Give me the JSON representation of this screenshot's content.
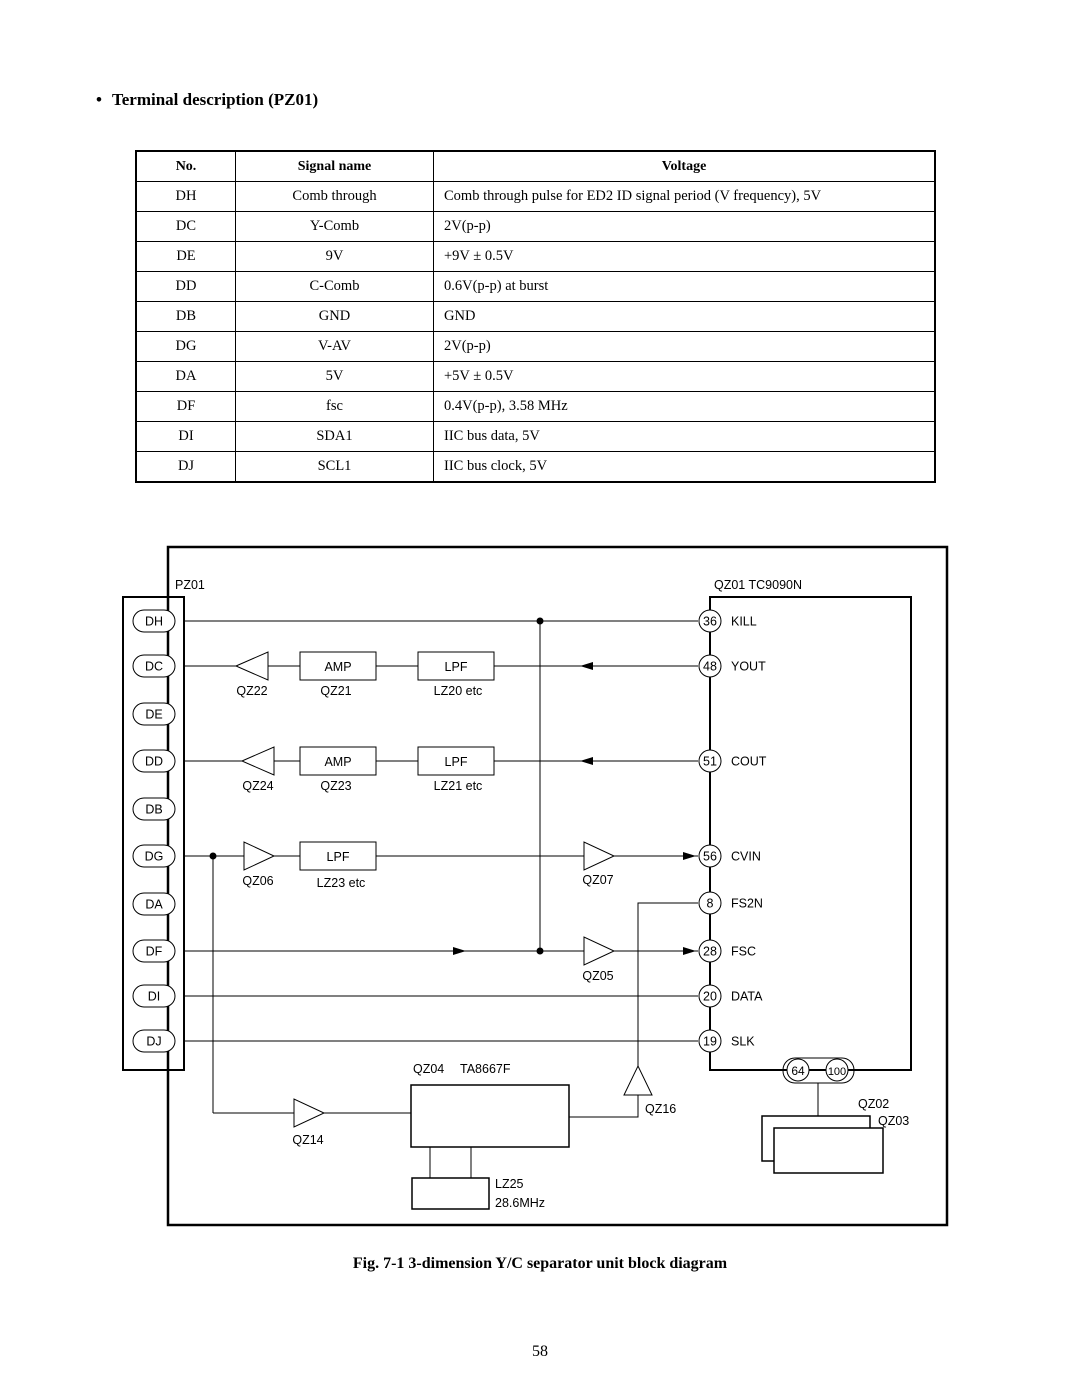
{
  "heading": {
    "bullet": "•",
    "text": "Terminal description (PZ01)"
  },
  "table": {
    "headers": [
      "No.",
      "Signal name",
      "Voltage"
    ],
    "rows": [
      [
        "DH",
        "Comb through",
        "Comb through pulse for ED2 ID signal period (V frequency), 5V"
      ],
      [
        "DC",
        "Y-Comb",
        "2V(p-p)"
      ],
      [
        "DE",
        "9V",
        "+9V ± 0.5V"
      ],
      [
        "DD",
        "C-Comb",
        "0.6V(p-p) at burst"
      ],
      [
        "DB",
        "GND",
        "GND"
      ],
      [
        "DG",
        "V-AV",
        "2V(p-p)"
      ],
      [
        "DA",
        "5V",
        "+5V ± 0.5V"
      ],
      [
        "DF",
        "fsc",
        "0.4V(p-p), 3.58 MHz"
      ],
      [
        "DI",
        "SDA1",
        "IIC bus data, 5V"
      ],
      [
        "DJ",
        "SCL1",
        "IIC bus clock, 5V"
      ]
    ]
  },
  "diagram": {
    "connector_label": "PZ01",
    "connector_pins": [
      "DH",
      "DC",
      "DE",
      "DD",
      "DB",
      "DG",
      "DA",
      "DF",
      "DI",
      "DJ"
    ],
    "ic_label": "QZ01 TC9090N",
    "ic_pins": [
      {
        "num": "36",
        "name": "KILL"
      },
      {
        "num": "48",
        "name": "YOUT"
      },
      {
        "num": "51",
        "name": "COUT"
      },
      {
        "num": "56",
        "name": "CVIN"
      },
      {
        "num": "8",
        "name": "FS2N"
      },
      {
        "num": "28",
        "name": "FSC"
      },
      {
        "num": "20",
        "name": "DATA"
      },
      {
        "num": "19",
        "name": "SLK"
      }
    ],
    "ic_bottom_pins": [
      "64",
      "100"
    ],
    "blocks": {
      "amp1": "AMP",
      "lpf1": "LPF",
      "amp2": "AMP",
      "lpf2": "LPF",
      "lpf3": "LPF"
    },
    "labels": {
      "qz22": "QZ22",
      "qz21": "QZ21",
      "lz20": "LZ20 etc",
      "qz24": "QZ24",
      "qz23": "QZ23",
      "lz21": "LZ21 etc",
      "qz06": "QZ06",
      "lz23": "LZ23 etc",
      "qz07": "QZ07",
      "qz05": "QZ05",
      "qz04": "QZ04",
      "ta8667f": "TA8667F",
      "qz16": "QZ16",
      "qz14": "QZ14",
      "qz02": "QZ02",
      "qz03": "QZ03",
      "lz25": "LZ25",
      "freq": "28.6MHz"
    }
  },
  "caption": "Fig. 7-1  3-dimension Y/C separator unit block diagram",
  "page_number": "58"
}
